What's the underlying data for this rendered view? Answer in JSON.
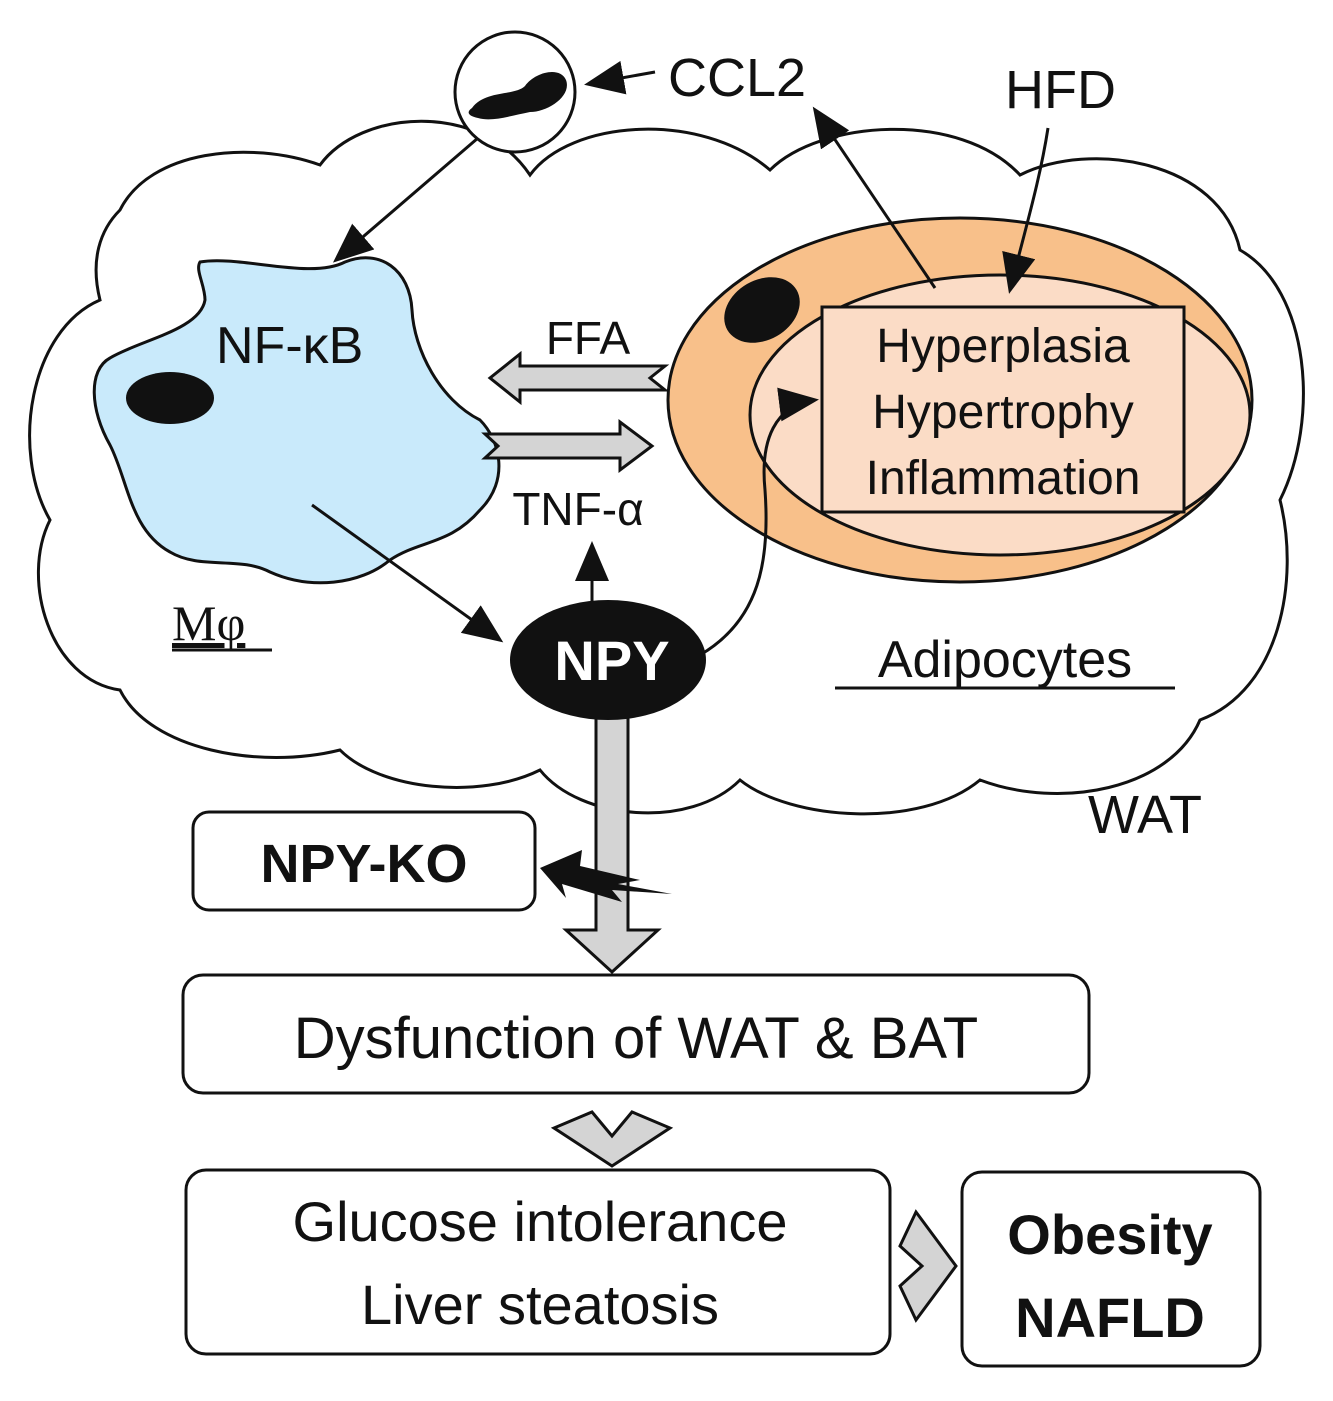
{
  "labels": {
    "ccl2": "CCL2",
    "hfd": "HFD",
    "nfkb": "NF-κB",
    "ffa": "FFA",
    "tnfa": "TNF-α",
    "macrophage": "Mφ",
    "npy": "NPY",
    "adipocytes": "Adipocytes",
    "wat": "WAT",
    "npy_ko": "NPY-KO"
  },
  "adipocyte_box": {
    "line1": "Hyperplasia",
    "line2": "Hypertrophy",
    "line3": "Inflammation"
  },
  "dysfunction": "Dysfunction of WAT & BAT",
  "outcomes": {
    "line1": "Glucose intolerance",
    "line2": "Liver steatosis"
  },
  "disease": {
    "line1": "Obesity",
    "line2": "NAFLD"
  },
  "colors": {
    "macrophage_fill": "#c9eafb",
    "adipocyte_outer": "#f8c08a",
    "adipocyte_inner": "#fbdcc6",
    "arrow_gray": "#d4d4d4",
    "ink": "#111111"
  }
}
